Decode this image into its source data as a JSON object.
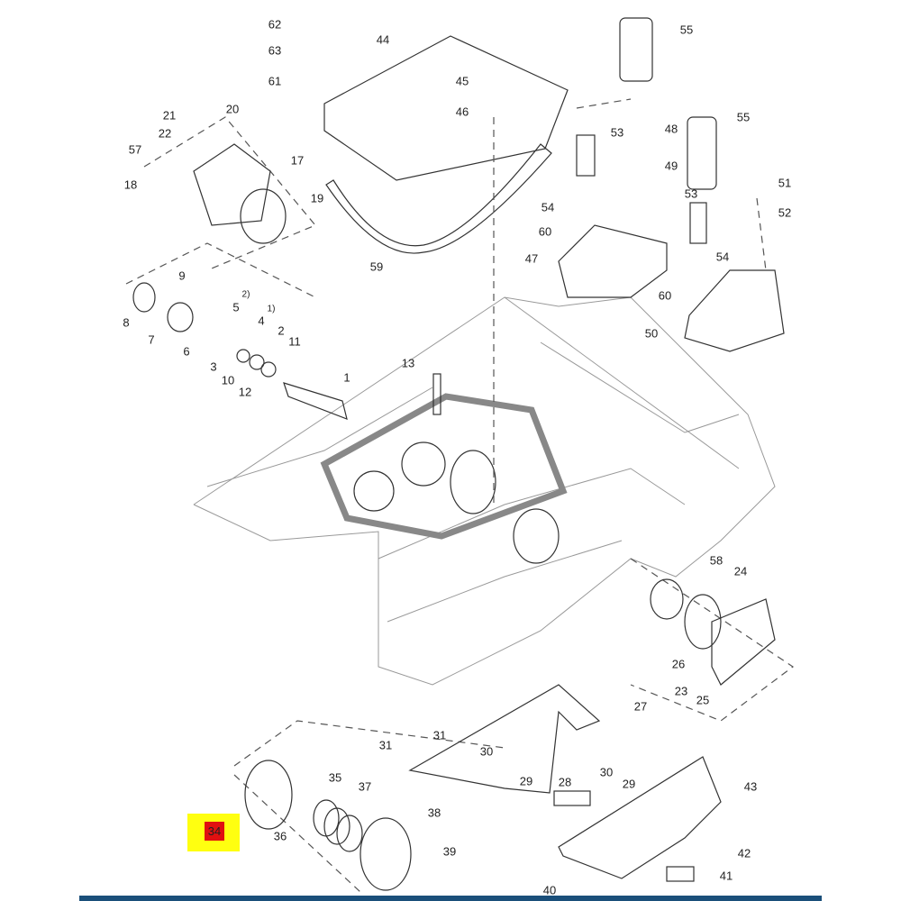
{
  "diagram": {
    "highlighted_part": "34",
    "highlight_color": "#ffff10",
    "highlight_box_color": "#e01010",
    "labels": [
      "62",
      "63",
      "61",
      "44",
      "55",
      "45",
      "46",
      "55",
      "48",
      "53",
      "49",
      "21",
      "20",
      "22",
      "17",
      "57",
      "18",
      "19",
      "51",
      "52",
      "54",
      "60",
      "53",
      "59",
      "47",
      "54",
      "9",
      "60",
      "5",
      "2)",
      "8",
      "4",
      "1)",
      "2",
      "7",
      "11",
      "6",
      "50",
      "3",
      "10",
      "12",
      "1",
      "13",
      "58",
      "24",
      "26",
      "23",
      "25",
      "27",
      "31",
      "31",
      "30",
      "29",
      "30",
      "29",
      "28",
      "35",
      "37",
      "43",
      "38",
      "36",
      "39",
      "42",
      "41",
      "40"
    ]
  }
}
